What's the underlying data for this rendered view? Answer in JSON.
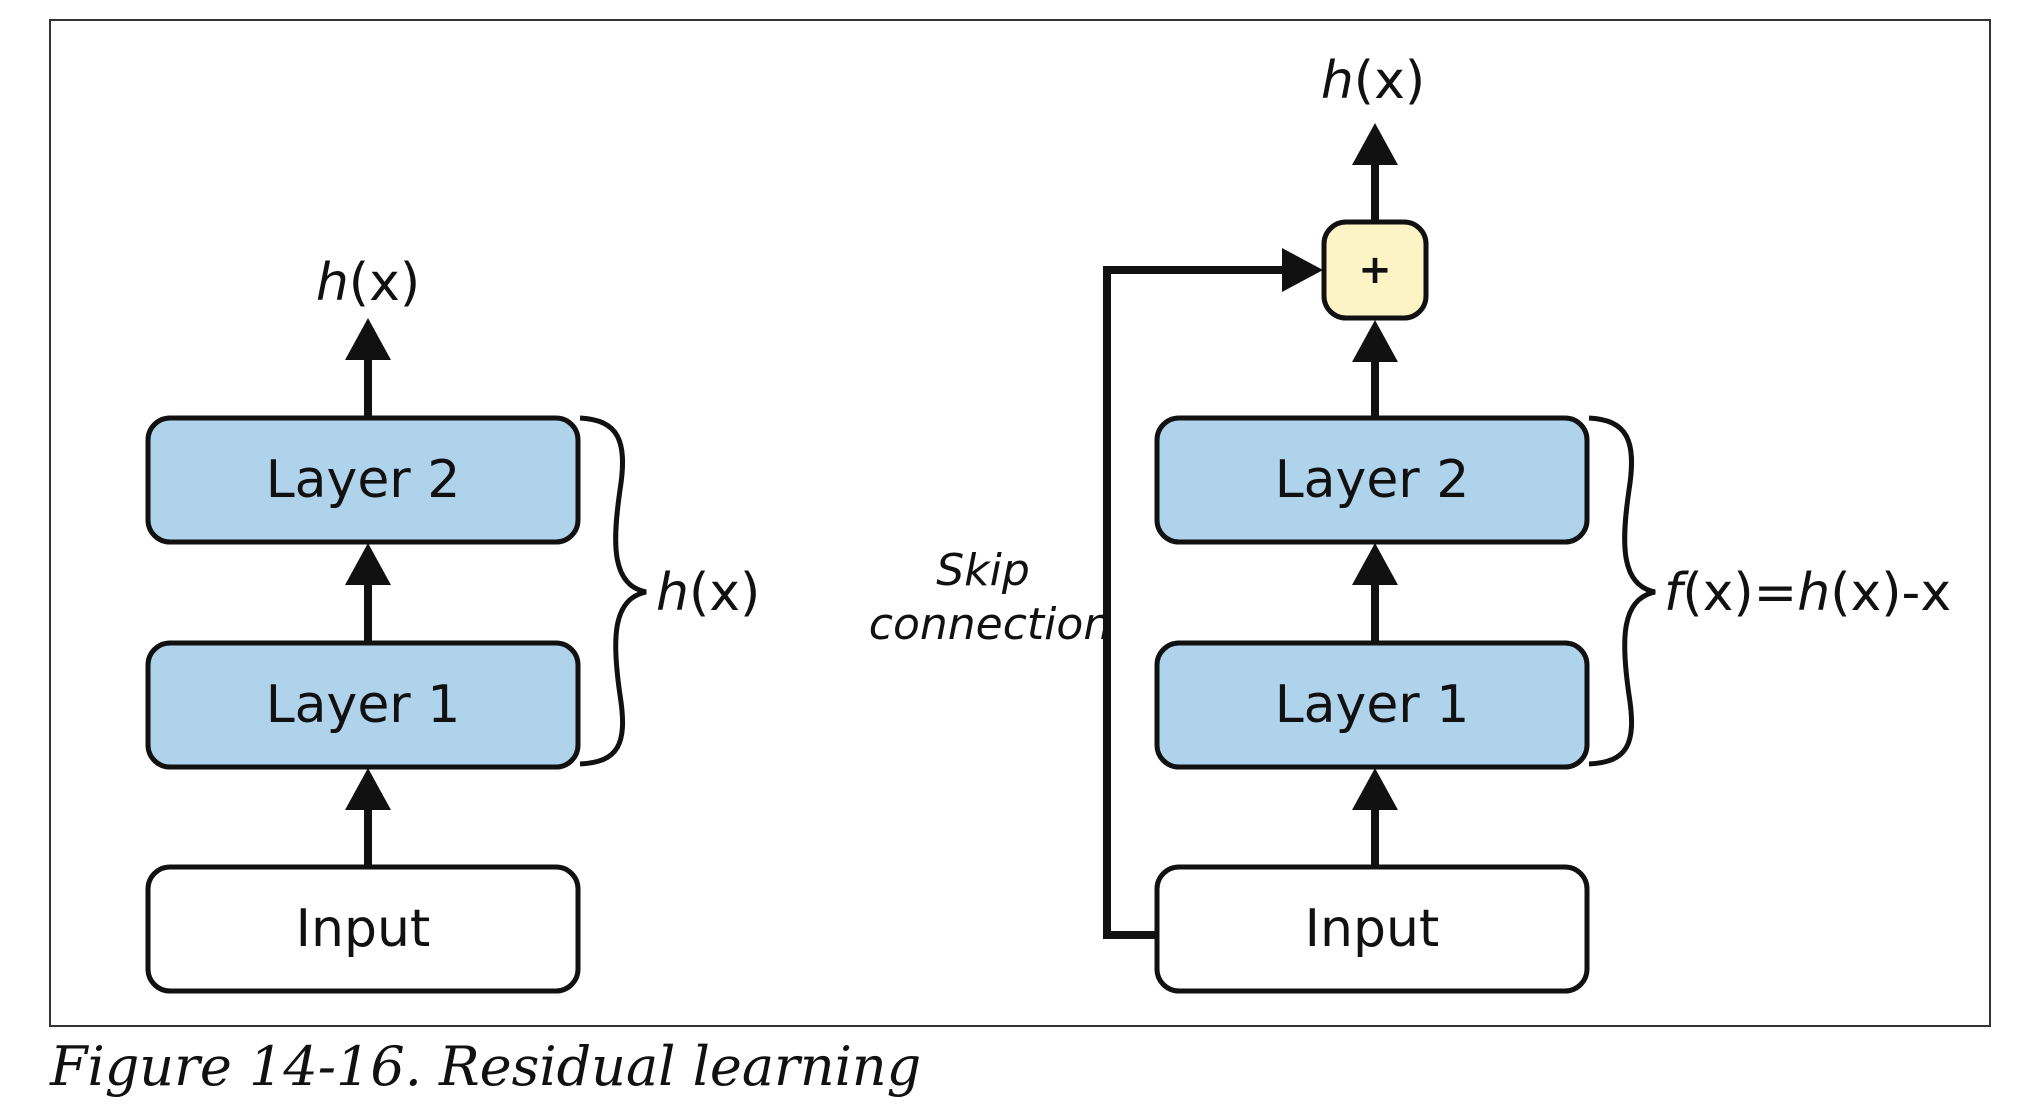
{
  "colors": {
    "layer_fill": "#b0d3ec",
    "input_fill": "#ffffff",
    "adder_fill": "#fdf4c6",
    "stroke": "#111111",
    "frame": "#333333"
  },
  "left_diagram": {
    "input_label": "Input",
    "layer1_label": "Layer 1",
    "layer2_label": "Layer 2",
    "output_label_italic": "h",
    "output_label_rest": "(x)",
    "brace_label_italic": "h",
    "brace_label_rest": "(x)"
  },
  "right_diagram": {
    "input_label": "Input",
    "layer1_label": "Layer 1",
    "layer2_label": "Layer 2",
    "adder_symbol": "+",
    "output_label_italic": "h",
    "output_label_rest": "(x)",
    "skip_label_line1": "Skip",
    "skip_label_line2": "connection",
    "brace_label_part1": "f",
    "brace_label_part2": "(x)=",
    "brace_label_part3": "h",
    "brace_label_part4": "(x)-x"
  },
  "caption": "Figure 14-16. Residual learning"
}
